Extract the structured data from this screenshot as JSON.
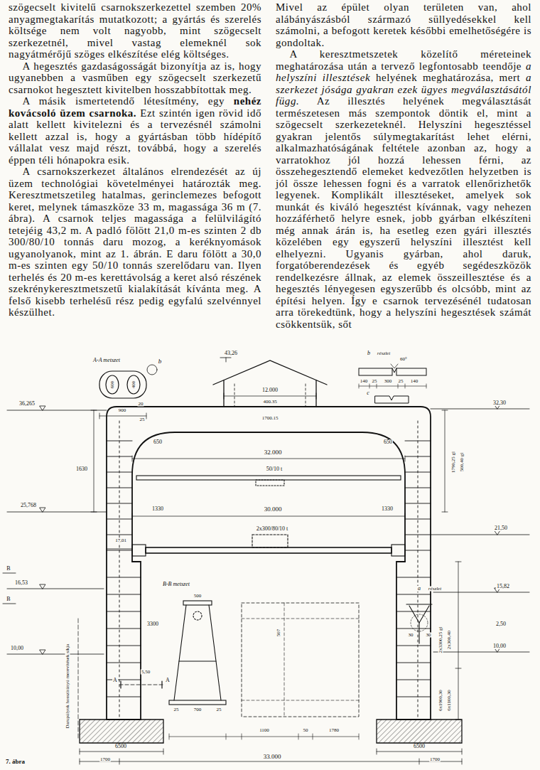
{
  "diagram": {
    "caption": "7. ábra",
    "labels": [
      "szögecselt kivitelű csarnokszerkezettel szemben 20% anyagmegtakarítás mutatkozott; a gyártás és szerelés költsége nem volt nagyobb, mint szögecselt szerkezetnél, mivel vastag elemeknél sok nagyátmérőjű szöges elkészítése elég költséges.",
      "A hegesztés gazdaságosságát bizonyítja az is, hogy ugyanebben a vasműben egy szögecselt szerkezetű csarnokot hegesztett kivitelben hosszabbítottak meg.",
      "A másik ismertetendő létesítmény, egy",
      "nehéz kovácsoló üzem csarnoka.",
      "Ezt szintén igen rövid idő alatt kellett kivitelezni és a tervezésnél számolni kellett azzal is, hogy a gyártásban több hídépítő vállalat vesz majd részt, továbbá, hogy a szerelés éppen téli hónapokra esik.",
      "A csarnokszerkezet általános elrendezését az új üzem technológiai követelményei határozták meg. Keresztmetszetileg hatalmas, gerinclemezes befogott keret, melynek támaszköze 33 m, magassága 36 m (7. ábra). A csarnok teljes magassága a felülvilágító tetejéig 43,2 m. A padló fölött 21,0 m-es szinten 2 db 300/80/10 tonnás daru mozog, a keréknyomások ugyanolyanok, mint az 1. ábrán. E daru fölött a 30,0 m-es szinten egy 50/10 tonnás szerelődaru van. Ilyen terhelés és 20 m-es kerettávolság a keret alsó részének szekrénykeresztmetszetű kialakítását kívánta meg. A felső kisebb terhelésű rész pedig egyfalú szelvénnyel készülhet.",
      "Mivel az épület olyan területen van, ahol alábányászásból származó süllyedésekkel kell számolni, a befogott keretek későbbi emelhetőségére is gondoltak.",
      "A keresztmetszetek közelítő méreteinek meghatározása után a tervező legfontosabb teendője",
      "a helyszíni illesztések",
      "helyének meghatározása, mert",
      "a szerkezet jósága gyakran ezek ügyes megválasztásától függ.",
      "Az illesztés helyének megválasztását természetesen más szempontok döntik el, mint a szögecselt szerkezeteknél. Helyszíni hegesztéssel gyakran jelentős súlymegtakarítást lehet elérni, alkalmazhatóságának feltétele azonban az, hogy a varratokhoz jól hozzá lehessen férni, az összehegesztendő elemeket kedvezőtlen helyzetben is jól össze lehessen fogni és a varratok ellenőrizhetők legyenek. Komplikált illesztéseket, amelyek sok munkát és kiváló hegesztést kívánnak, vagy nehezen hozzáférhető helyre esnek, jobb gyárban elkészíteni még annak árán is, ha esetleg ezen gyári illesztés közelében egy egyszerű helyszíni illesztést kell elhelyezni. Ugyanis gyárban, ahol daruk, forgatóberendezések és egyéb segédeszközök rendelkezésre állnak, az elemek összeillesztése és a hegesztés lényegesen egyszerűbb és olcsóbb, mint az építési helyen. Így e csarnok tervezésénél tudatosan arra törekedtünk, hogy a helyszíni hegesztések számát csökkentsük, sőt",
      "A-A metszet",
      "b",
      "600",
      "400",
      "20",
      "900",
      "43,26",
      "12.000",
      "400.35",
      "1700.15",
      "36,265",
      "32,30",
      "25",
      "1630",
      "650",
      "32.000",
      "650",
      "50/10 t",
      "1790,25 gl",
      "500,40 gl",
      "25,768",
      "1330",
      "30.000",
      "1330",
      "21,50",
      "2x300/80/10 t",
      "17,01",
      "B",
      "16,53",
      "B",
      "B-B metszet",
      "500",
      "a",
      "részlet",
      "30",
      "30",
      "15,82",
      "3300",
      "2,50",
      "10,00",
      "10,00",
      "5,50",
      "A",
      "A",
      "Darupályok hosszirányú merevítések síkja",
      "2x3300,25 gl",
      "2x300,40",
      "6x1900,30",
      "6x1100,30",
      "25",
      "700",
      "25",
      "1100",
      "50",
      "1780",
      "507",
      "6500",
      "6500",
      "1700",
      "33.000",
      "1700",
      "b",
      "részlet",
      "60°",
      "140",
      "25",
      "300",
      "25",
      "140",
      "c"
    ]
  }
}
